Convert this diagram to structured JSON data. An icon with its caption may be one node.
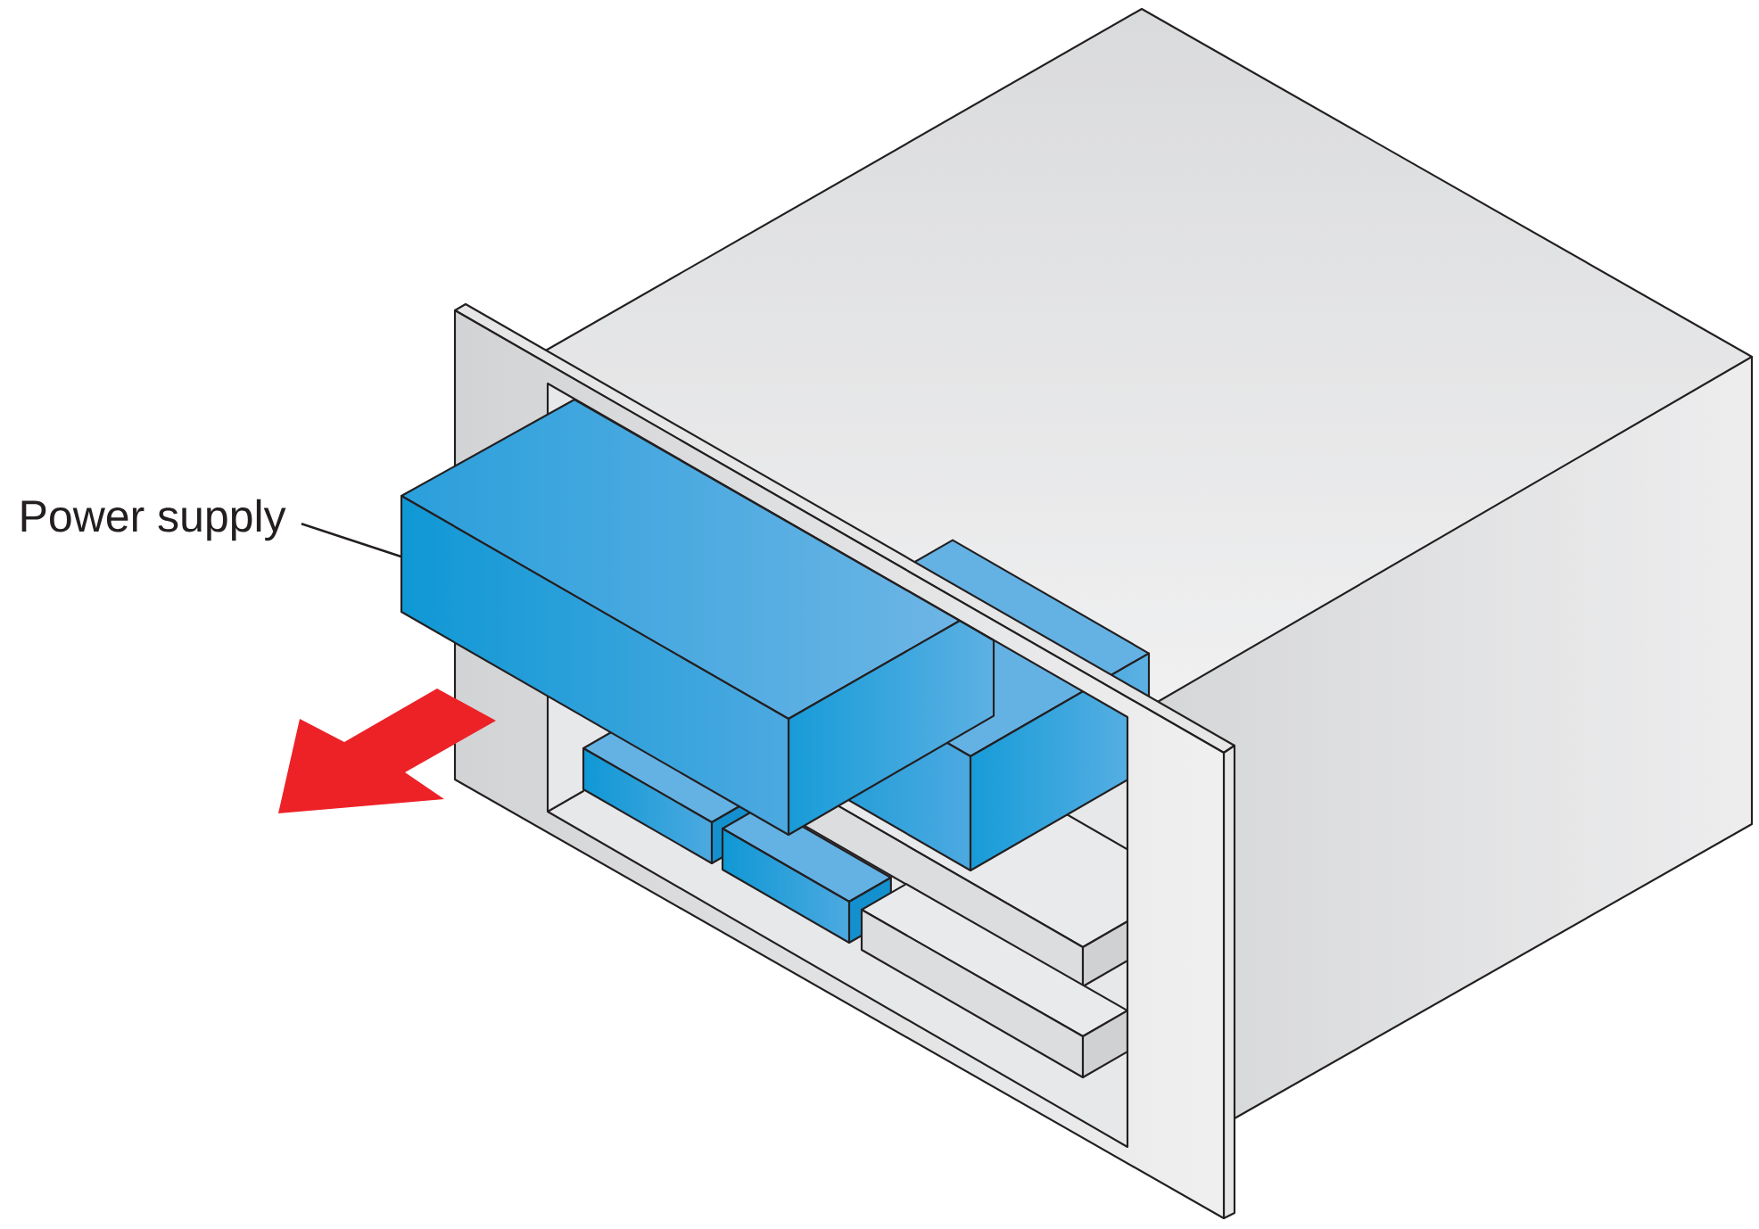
{
  "diagram": {
    "nodes": [
      {
        "text": [
          "Power supply"
        ]
      },
      {
        "text": [],
        "shape": "box"
      }
    ],
    "edges": [
      {
        "from": 0,
        "to": 1,
        "arrow": "none"
      }
    ]
  }
}
